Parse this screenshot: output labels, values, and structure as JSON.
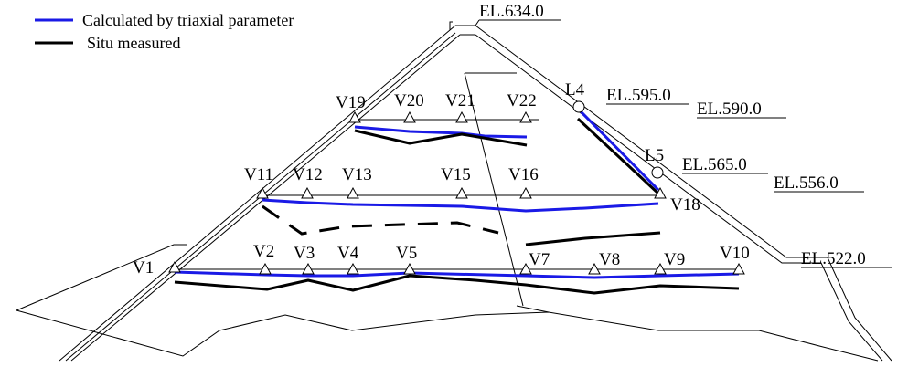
{
  "legend": {
    "calculated": "Calculated by triaxial parameter",
    "measured": "Situ measured"
  },
  "colors": {
    "calculated": "#1a1ae6",
    "measured": "#000000"
  },
  "elevations": {
    "el_634": "EL.634.0",
    "el_595": "EL.595.0",
    "el_590": "EL.590.0",
    "el_565": "EL.565.0",
    "el_556": "EL.556.0",
    "el_522": "EL.522.0"
  },
  "points": {
    "v1": "V1",
    "v2": "V2",
    "v3": "V3",
    "v4": "V4",
    "v5": "V5",
    "v7": "V7",
    "v8": "V8",
    "v9": "V9",
    "v10": "V10",
    "v11": "V11",
    "v12": "V12",
    "v13": "V13",
    "v15": "V15",
    "v16": "V16",
    "v18": "V18",
    "v19": "V19",
    "v20": "V20",
    "v21": "V21",
    "v22": "V22",
    "l4": "L4",
    "l5": "L5"
  }
}
